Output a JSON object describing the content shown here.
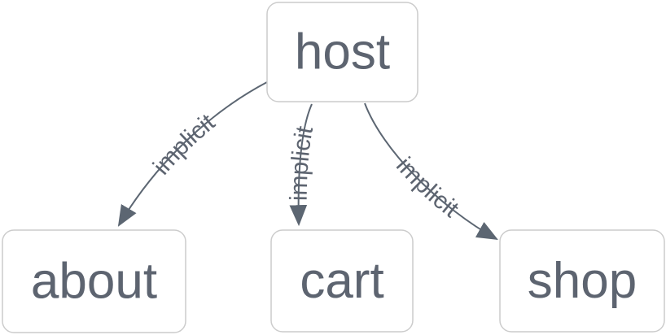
{
  "diagram": {
    "nodes": [
      {
        "id": "host",
        "label": "host"
      },
      {
        "id": "about",
        "label": "about"
      },
      {
        "id": "cart",
        "label": "cart"
      },
      {
        "id": "shop",
        "label": "shop"
      }
    ],
    "edges": [
      {
        "from": "host",
        "to": "about",
        "label": "implicit"
      },
      {
        "from": "host",
        "to": "cart",
        "label": "implicit"
      },
      {
        "from": "host",
        "to": "shop",
        "label": "implicit"
      }
    ],
    "colors": {
      "background": "#ffffff",
      "node_fill": "#ffffff",
      "node_border": "#cccccc",
      "node_text": "#5d6470",
      "edge": "#5c6672",
      "edge_label": "#5d6470"
    }
  }
}
